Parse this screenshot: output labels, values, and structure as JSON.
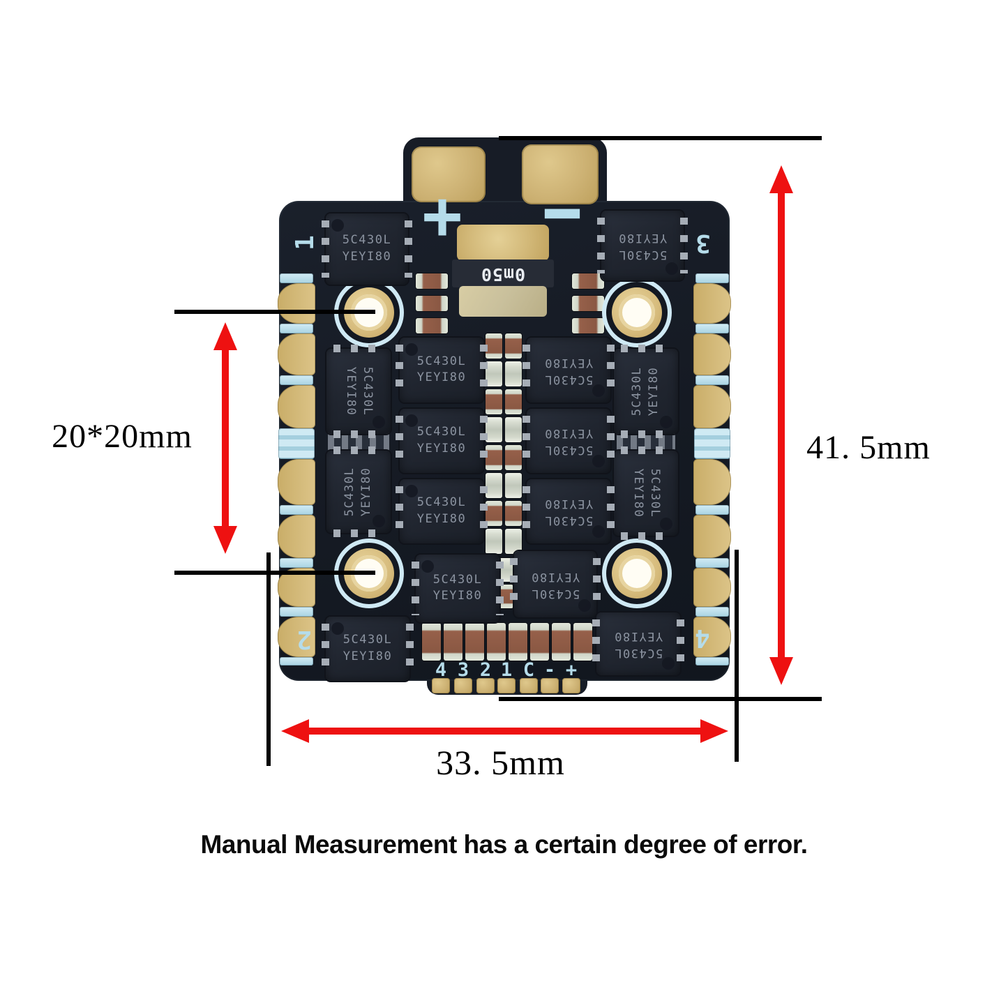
{
  "figure": {
    "dim_mounting": "20*20mm",
    "dim_height": "41. 5mm",
    "dim_width": "33. 5mm",
    "caption": "Manual Measurement has a certain degree of error."
  },
  "board": {
    "polarity": {
      "plus": "+",
      "minus": "-"
    },
    "shunt_value": "0m50",
    "chip_marking": {
      "line1": "5C430L",
      "line2": "YEYI80"
    },
    "corner_labels": {
      "top_left": "1",
      "top_right": "3",
      "bottom_left": "2",
      "bottom_right": "4"
    },
    "bottom_pad_labels": [
      "4",
      "3",
      "2",
      "1",
      "C",
      "-",
      "+"
    ]
  },
  "colors": {
    "background": "#ffffff",
    "arrow_red": "#ee1111",
    "annotation_black": "#000000",
    "board_substrate": "#171c26",
    "pad_gold": "#cdb274",
    "silkscreen_blue": "#b5dcea",
    "capacitor_brown": "#96604a",
    "chip_body": "#20252f",
    "chip_text": "#8b93a0"
  }
}
